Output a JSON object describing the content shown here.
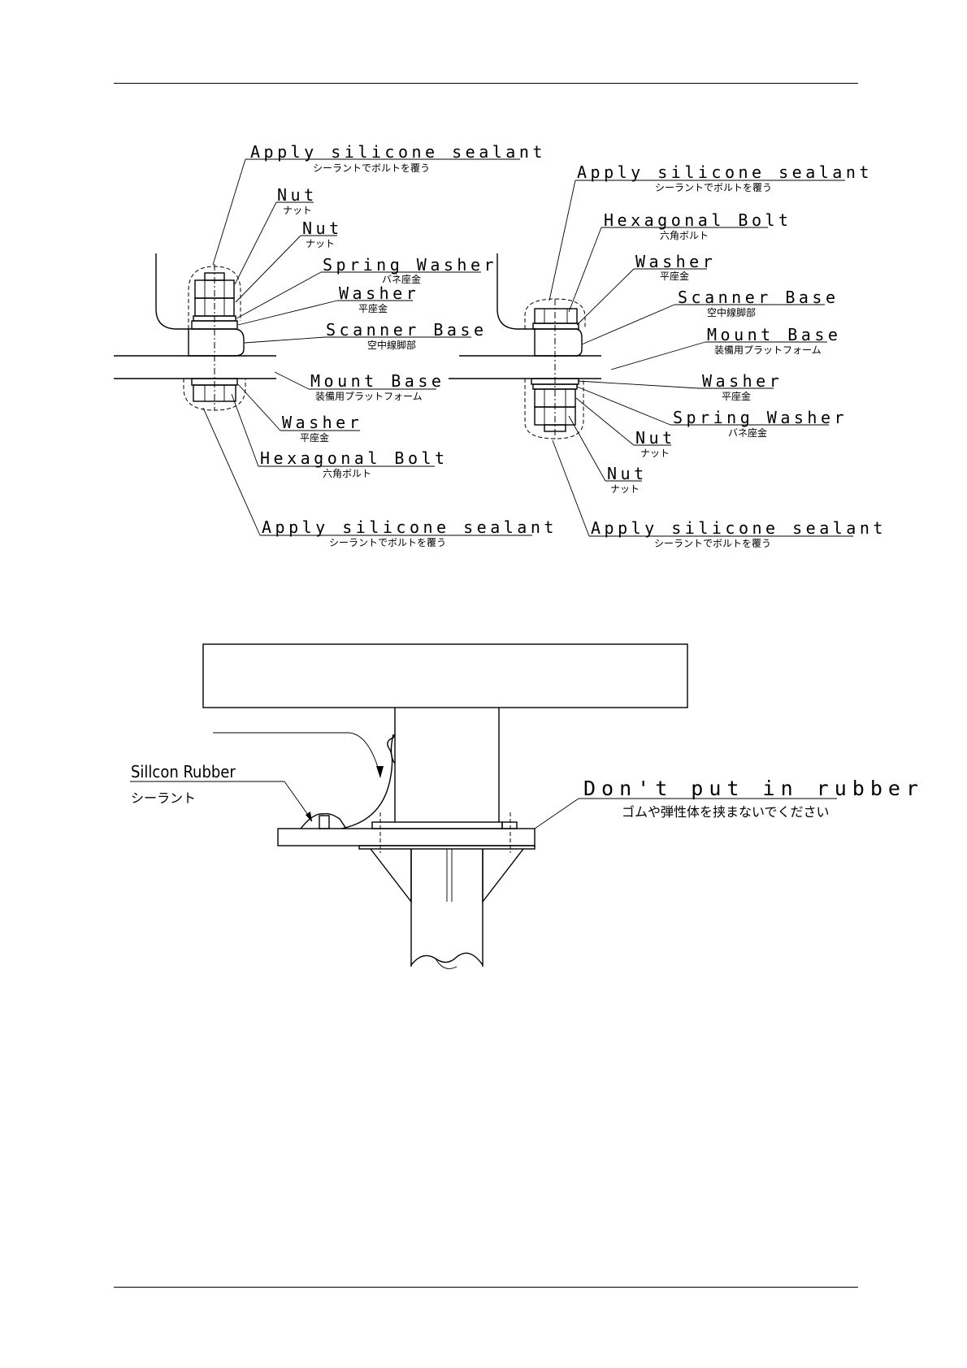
{
  "left_detail": {
    "top_sealant": {
      "en": "Apply silicone sealant",
      "jp": "シーラントでボルトを覆う"
    },
    "nut1": {
      "en": "Nut",
      "jp": "ナット"
    },
    "nut2": {
      "en": "Nut",
      "jp": "ナット"
    },
    "spring_washer": {
      "en": "Spring Washer",
      "jp": "バネ座金"
    },
    "washer_top": {
      "en": "Washer",
      "jp": "平座金"
    },
    "scanner_base": {
      "en": "Scanner Base",
      "jp": "空中線脚部"
    },
    "mount_base": {
      "en": "Mount Base",
      "jp": "装備用プラットフォーム"
    },
    "washer_bottom": {
      "en": "Washer",
      "jp": "平座金"
    },
    "hex_bolt": {
      "en": "Hexagonal Bolt",
      "jp": "六角ボルト"
    },
    "bottom_sealant": {
      "en": "Apply silicone sealant",
      "jp": "シーラントでボルトを覆う"
    }
  },
  "right_detail": {
    "top_sealant": {
      "en": "Apply silicone sealant",
      "jp": "シーラントでボルトを覆う"
    },
    "hex_bolt": {
      "en": "Hexagonal Bolt",
      "jp": "六角ボルト"
    },
    "washer_top": {
      "en": "Washer",
      "jp": "平座金"
    },
    "scanner_base": {
      "en": "Scanner Base",
      "jp": "空中線脚部"
    },
    "mount_base": {
      "en": "Mount Base",
      "jp": "装備用プラットフォーム"
    },
    "washer_bottom": {
      "en": "Washer",
      "jp": "平座金"
    },
    "spring_washer": {
      "en": "Spring Washer",
      "jp": "バネ座金"
    },
    "nut1": {
      "en": "Nut",
      "jp": "ナット"
    },
    "nut2": {
      "en": "Nut",
      "jp": "ナット"
    },
    "bottom_sealant": {
      "en": "Apply silicone sealant",
      "jp": "シーラントでボルトを覆う"
    }
  },
  "bottom_detail": {
    "silicon_rubber": {
      "en": "Sillcon Rubber",
      "jp": "シーラント"
    },
    "no_rubber": {
      "en": "Don't put in rubber",
      "jp": "ゴムや弾性体を挟まないでください"
    }
  }
}
